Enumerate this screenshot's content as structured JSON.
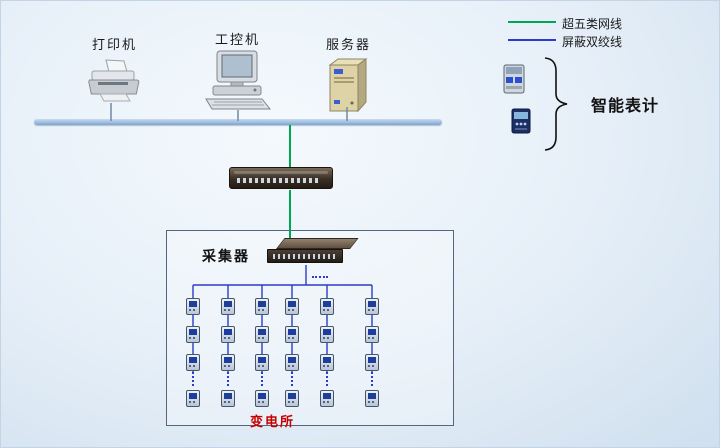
{
  "legend": {
    "cat5_label": "超五类网线",
    "stp_label": "屏蔽双绞线"
  },
  "smart_meters": {
    "label": "智能表计"
  },
  "devices": {
    "printer": "打印机",
    "industrial_pc": "工控机",
    "server": "服务器"
  },
  "collector_label": "采集器",
  "substation_label": "变电所",
  "colors": {
    "cat5_green": "#00a651",
    "stp_blue": "#2a3cc8",
    "bus_blue": "#9fbfe0",
    "connector_gray": "#7188a3",
    "substation_red": "#c80000"
  }
}
